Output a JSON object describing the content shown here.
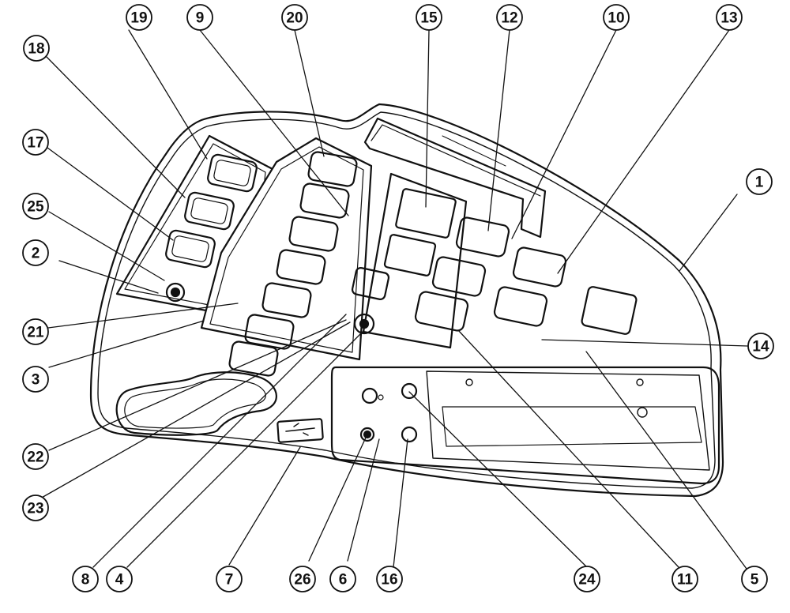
{
  "diagram": {
    "colors": {
      "line": "#111111",
      "fill": "#ffffff",
      "panel": "#f4f4f4"
    },
    "callouts": [
      "1",
      "2",
      "3",
      "4",
      "5",
      "6",
      "7",
      "8",
      "9",
      "10",
      "11",
      "12",
      "13",
      "14",
      "15",
      "16",
      "17",
      "18",
      "19",
      "20",
      "21",
      "22",
      "23",
      "24",
      "25",
      "26"
    ]
  }
}
